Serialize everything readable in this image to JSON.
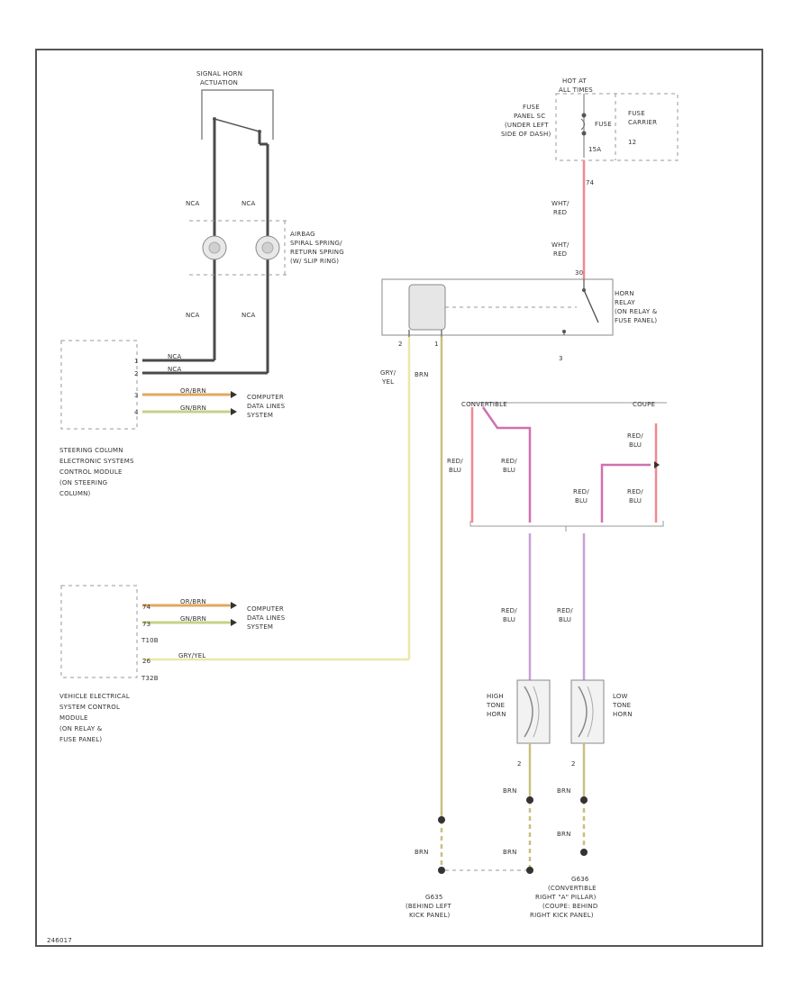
{
  "colors": {
    "frame": "#555555",
    "black_wire": "#4a4a4a",
    "red_wire": "#f08890",
    "red_blu_wire": "#c9a0d8",
    "yellow_wire": "#e8e8a8",
    "brown_wire": "#c8c080",
    "or_brn_wire": "#e0a860",
    "gn_brn_wire": "#c8d088",
    "magenta": "#d070b0"
  },
  "labels": {
    "signal_horn": "SIGNAL HORN",
    "actuation": "ACTUATION",
    "airbag_line1": "AIRBAG",
    "airbag_line2": "SPIRAL SPRING/",
    "airbag_line3": "RETURN SPRING",
    "airbag_line4": "(W/ SLIP RING)",
    "nca_1": "NCA",
    "nca_2": "NCA",
    "nca_3": "NCA",
    "nca_4": "NCA",
    "hot_at": "HOT AT",
    "all_times": "ALL TIMES",
    "fuse_panel_1": "FUSE",
    "fuse_panel_2": "PANEL SC",
    "fuse_panel_3": "(UNDER LEFT",
    "fuse_panel_4": "SIDE OF DASH)",
    "fuse_sc": "FUSE",
    "fuse_carrier_1": "FUSE",
    "fuse_carrier_2": "CARRIER",
    "fuse_num": "12",
    "amp": "15A",
    "pin_74": "74",
    "wht_red_1a": "WHT/",
    "wht_red_1b": "RED",
    "wht_red_2a": "WHT/",
    "wht_red_2b": "RED",
    "pin_30": "30",
    "horn_relay_1": "HORN",
    "horn_relay_2": "RELAY",
    "horn_relay_3": "(ON RELAY &",
    "horn_relay_4": "FUSE PANEL)",
    "pin_2": "2",
    "pin_1": "1",
    "pin_3": "3",
    "gry_yel_a": "GRY/",
    "gry_yel_b": "YEL",
    "brn_relay": "BRN",
    "sccm_pin1": "1",
    "sccm_pin2": "2",
    "sccm_pin3": "3",
    "sccm_pin4": "4",
    "wire_nca_1": "NCA",
    "wire_nca_2": "NCA",
    "wire_or_brn_1": "OR/BRN",
    "wire_gn_brn_1": "GN/BRN",
    "computer_data_1a": "COMPUTER",
    "computer_data_1b": "DATA LINES",
    "computer_data_1c": "SYSTEM",
    "sccm_1": "STEERING COLUMN",
    "sccm_2": "ELECTRONIC SYSTEMS",
    "sccm_3": "CONTROL MODULE",
    "sccm_4": "(ON STEERING",
    "sccm_5": "COLUMN)",
    "convertible": "CONVERTIBLE",
    "coupe": "COUPE",
    "red_blu_1a": "RED/",
    "red_blu_1b": "BLU",
    "red_blu_2a": "RED/",
    "red_blu_2b": "BLU",
    "red_blu_3a": "RED/",
    "red_blu_3b": "BLU",
    "red_blu_4a": "RED/",
    "red_blu_4b": "BLU",
    "red_blu_5a": "RED/",
    "red_blu_5b": "BLU",
    "red_blu_6a": "RED/",
    "red_blu_6b": "BLU",
    "red_blu_7a": "RED/",
    "red_blu_7b": "BLU",
    "vescm_pin74": "74",
    "vescm_pin73": "73",
    "vescm_pin26": "26",
    "vescm_wire1": "OR/BRN",
    "vescm_wire2": "GN/BRN",
    "vescm_wire3": "GRY/YEL",
    "t10b": "T10B",
    "t32b": "T32B",
    "computer_data_2a": "COMPUTER",
    "computer_data_2b": "DATA LINES",
    "computer_data_2c": "SYSTEM",
    "vescm_1": "VEHICLE ELECTRICAL",
    "vescm_2": "SYSTEM CONTROL",
    "vescm_3": "MODULE",
    "vescm_4": "(ON RELAY &",
    "vescm_5": "FUSE PANEL)",
    "high_tone_1": "HIGH",
    "high_tone_2": "TONE",
    "high_tone_3": "HORN",
    "low_tone_1": "LOW",
    "low_tone_2": "TONE",
    "low_tone_3": "HORN",
    "horn_pin_h": "2",
    "horn_pin_l": "2",
    "brn_1": "BRN",
    "brn_2": "BRN",
    "brn_3": "BRN",
    "brn_4": "BRN",
    "brn_5": "BRN",
    "g_left_1": "G635",
    "g_left_2": "(BEHIND LEFT",
    "g_left_3": "KICK PANEL)",
    "g_right_1": "G636",
    "g_right_2": "(CONVERTIBLE",
    "g_right_3": "RIGHT \"A\" PILLAR)",
    "g_right_4": "(COUPE: BEHIND",
    "g_right_5": "RIGHT KICK PANEL)",
    "figure_id": "246017"
  }
}
